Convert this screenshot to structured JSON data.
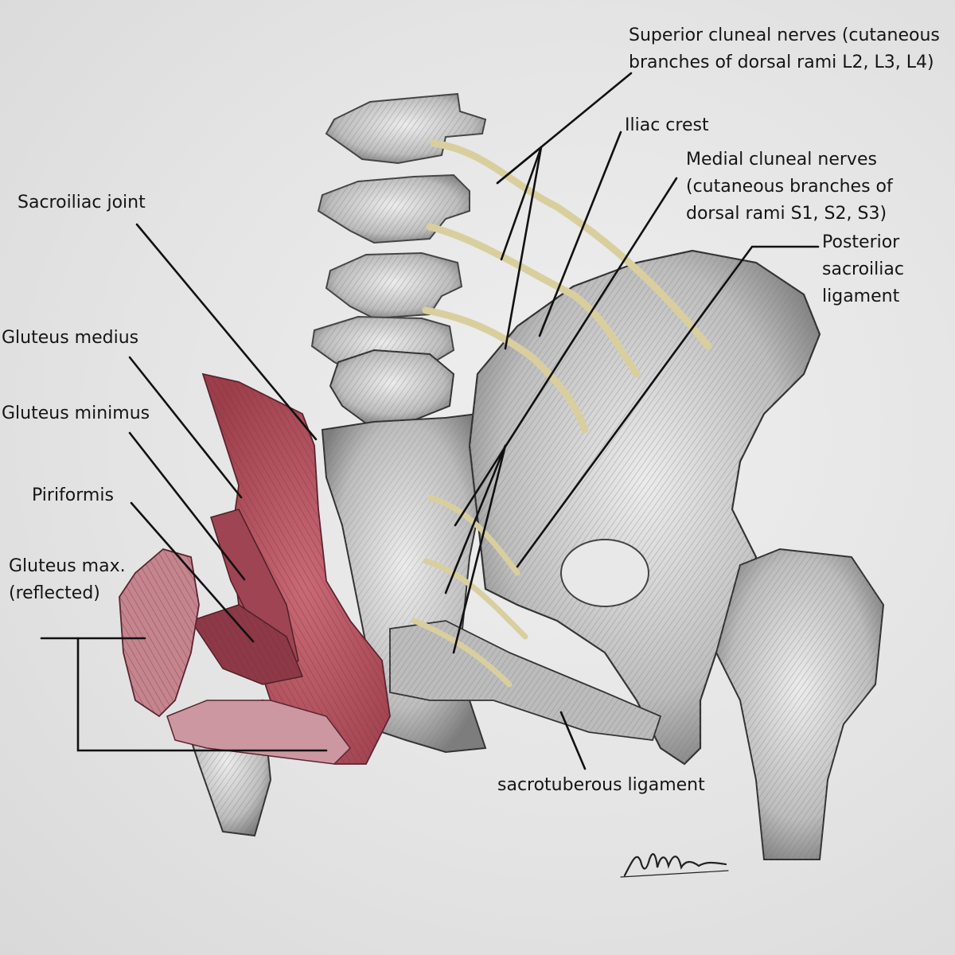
{
  "title": "",
  "labels": {
    "superior_cluneal": [
      "Superior cluneal nerves (cutaneous",
      "branches of dorsal rami L2, L3, L4)"
    ],
    "iliac_crest": [
      "Iliac crest"
    ],
    "medial_cluneal": [
      "Medial cluneal nerves",
      "(cutaneous branches of",
      "dorsal rami S1, S2, S3)"
    ],
    "posterior_sacroiliac": [
      "Posterior",
      "sacroiliac",
      "ligament"
    ],
    "sacroiliac_joint": [
      "Sacroiliac joint"
    ],
    "gluteus_medius": [
      "Gluteus medius"
    ],
    "gluteus_minimus": [
      "Gluteus minimus"
    ],
    "piriformis": [
      "Piriformis"
    ],
    "gluteus_max": [
      "Gluteus max.",
      "(reflected)"
    ],
    "sacrotuberous": [
      "sacrotuberous ligament"
    ]
  },
  "signature": "M. Mann",
  "colors": {
    "paper": "#e6e6e6",
    "bone_light": "#dcdcdc",
    "bone_shadow": "#6f6f6f",
    "muscle": "#b5525f",
    "muscle_light": "#d4a4ab",
    "nerve": "#e0d6a6",
    "leader_line": "#111111"
  }
}
